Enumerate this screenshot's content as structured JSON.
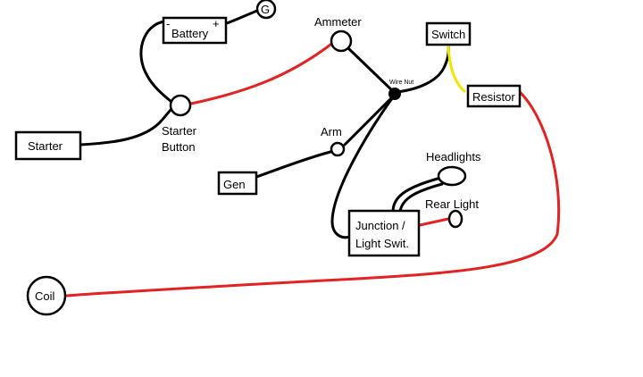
{
  "labels": {
    "battery": "Battery",
    "battery_minus": "-",
    "battery_plus": "+",
    "ground": "G",
    "ammeter": "Ammeter",
    "switch": "Switch",
    "wire_nut": "Wire Nut",
    "resistor": "Resistor",
    "starter": "Starter",
    "starter_button_line1": "Starter",
    "starter_button_line2": "Button",
    "arm": "Arm",
    "gen": "Gen",
    "headlights": "Headlights",
    "rear_light": "Rear Light",
    "junction_line1": "Junction /",
    "junction_line2": "Light Swit.",
    "coil": "Coil"
  },
  "colors": {
    "black_wire": "#000000",
    "red_wire": "#e32222",
    "yellow_wire": "#f2e600"
  }
}
